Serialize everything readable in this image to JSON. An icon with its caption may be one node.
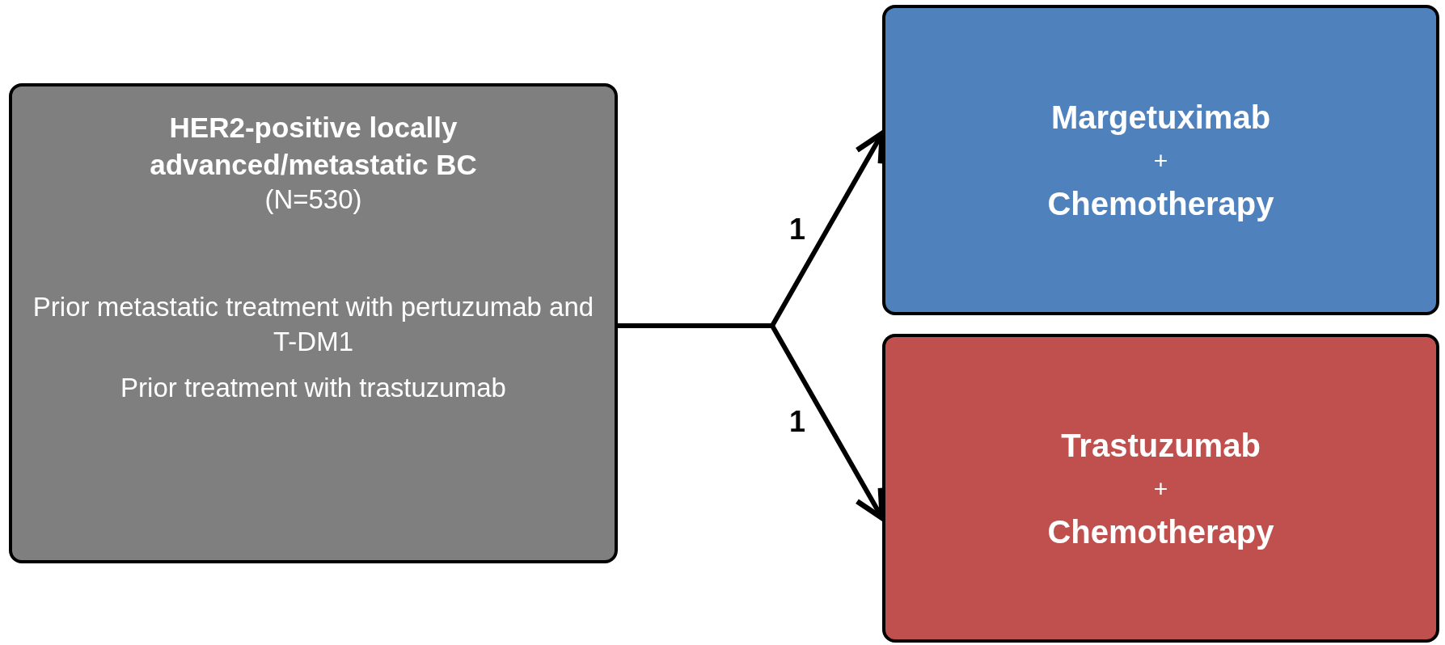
{
  "diagram": {
    "nodes": [
      {
        "text": [
          "HER2-positive locally advanced/metastatic BC",
          "(N=530)",
          "Prior metastatic treatment with pertuzumab and T-DM1",
          "Prior treatment with trastuzumab"
        ]
      },
      {
        "text": [
          "Margetuximab",
          "+",
          "Chemotherapy"
        ]
      },
      {
        "text": [
          "Trastuzumab",
          "+",
          "Chemotherapy"
        ]
      }
    ],
    "edges": [
      {
        "from": 0,
        "to": 1,
        "arrow": "to",
        "label": "1"
      },
      {
        "from": 0,
        "to": 2,
        "arrow": "to",
        "label": "1"
      }
    ]
  }
}
